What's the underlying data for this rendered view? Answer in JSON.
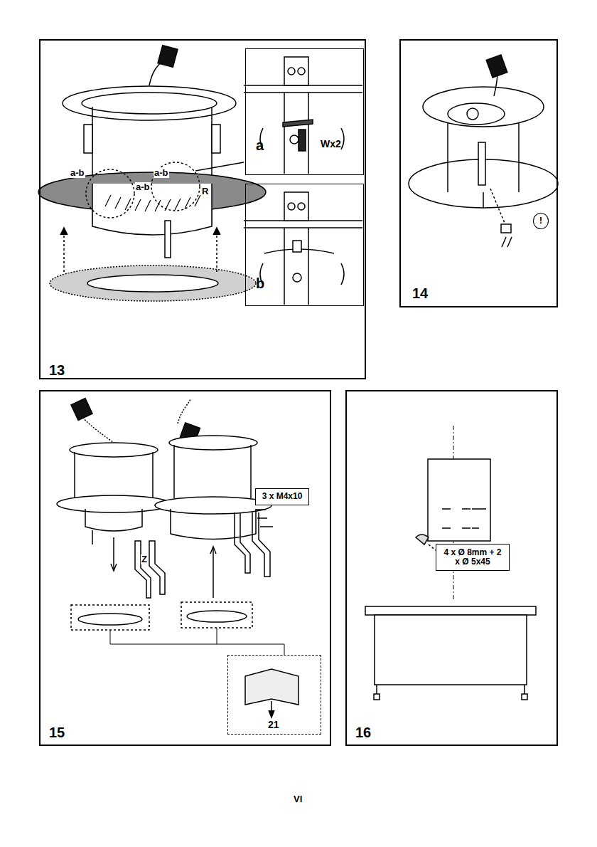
{
  "diagram": {
    "nodes": [
      {
        "text": [
          "13"
        ]
      },
      {
        "text": [
          "a",
          "Wx2"
        ],
        "in": 0
      },
      {
        "text": [
          "b"
        ],
        "in": 0
      },
      {
        "text": [
          "14"
        ]
      },
      {
        "text": [
          "!"
        ],
        "in": 3
      },
      {
        "text": [
          "15"
        ]
      },
      {
        "text": [
          "3 x M4x10"
        ],
        "in": 5
      },
      {
        "text": [
          "21"
        ],
        "in": 5
      },
      {
        "text": [
          "16"
        ]
      },
      {
        "text": [
          "4 x Ø 8mm + 2 x Ø 5x45"
        ],
        "in": 8
      }
    ],
    "labels": [
      "a-b",
      "a-b",
      "a-b",
      "R",
      "Z",
      "VI"
    ]
  }
}
